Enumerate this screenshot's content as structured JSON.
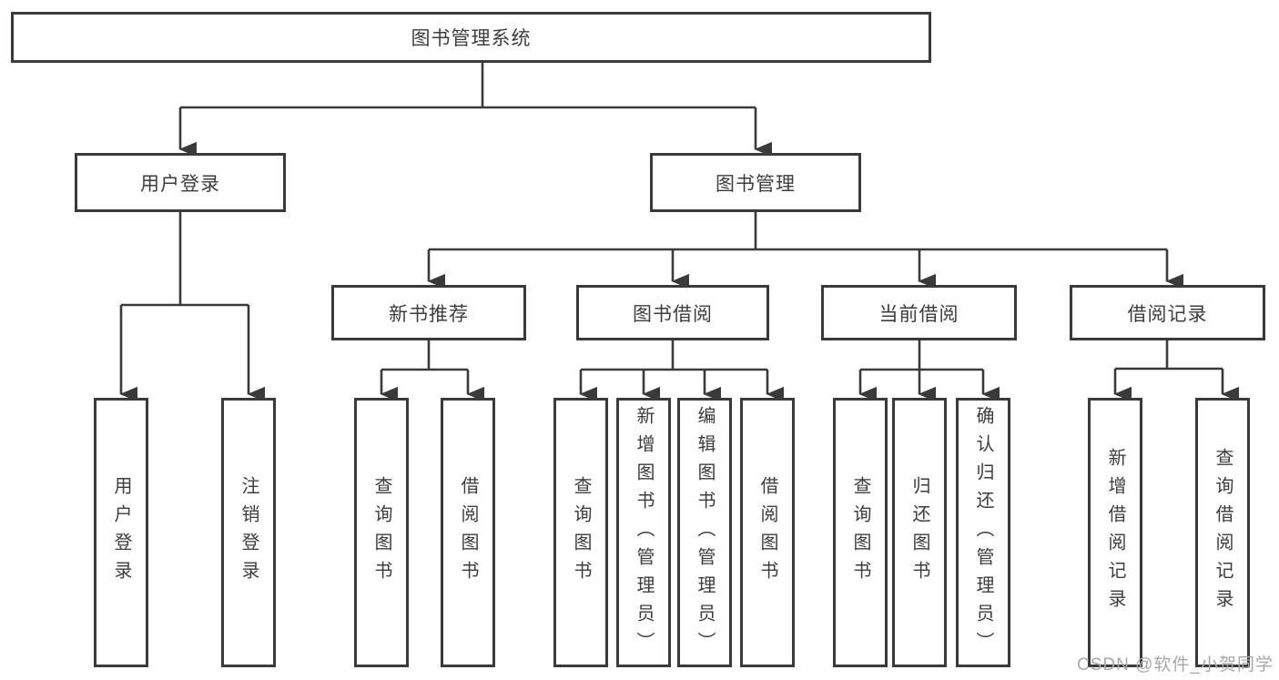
{
  "tree": {
    "root": {
      "label": "图书管理系统"
    },
    "branches": [
      {
        "label": "用户登录",
        "children": [
          {
            "label": "用户登录"
          },
          {
            "label": "注销登录"
          }
        ]
      },
      {
        "label": "图书管理",
        "groups": [
          {
            "label": "新书推荐",
            "children": [
              {
                "label": "查询图书"
              },
              {
                "label": "借阅图书"
              }
            ]
          },
          {
            "label": "图书借阅",
            "children": [
              {
                "label": "查询图书"
              },
              {
                "label": "新增图书（管理员）"
              },
              {
                "label": "编辑图书（管理员）"
              },
              {
                "label": "借阅图书"
              }
            ]
          },
          {
            "label": "当前借阅",
            "children": [
              {
                "label": "查询图书"
              },
              {
                "label": "归还图书"
              },
              {
                "label": "确认归还（管理员）"
              }
            ]
          },
          {
            "label": "借阅记录",
            "children": [
              {
                "label": "新增借阅记录"
              },
              {
                "label": "查询借阅记录"
              }
            ]
          }
        ]
      }
    ]
  },
  "watermark": {
    "text": "CSDN @软件_小贺同学"
  },
  "colors": {
    "line": "#3a3a3a",
    "text": "#3d3d3d",
    "watermark": "#a8a8a8",
    "background": "#ffffff"
  }
}
